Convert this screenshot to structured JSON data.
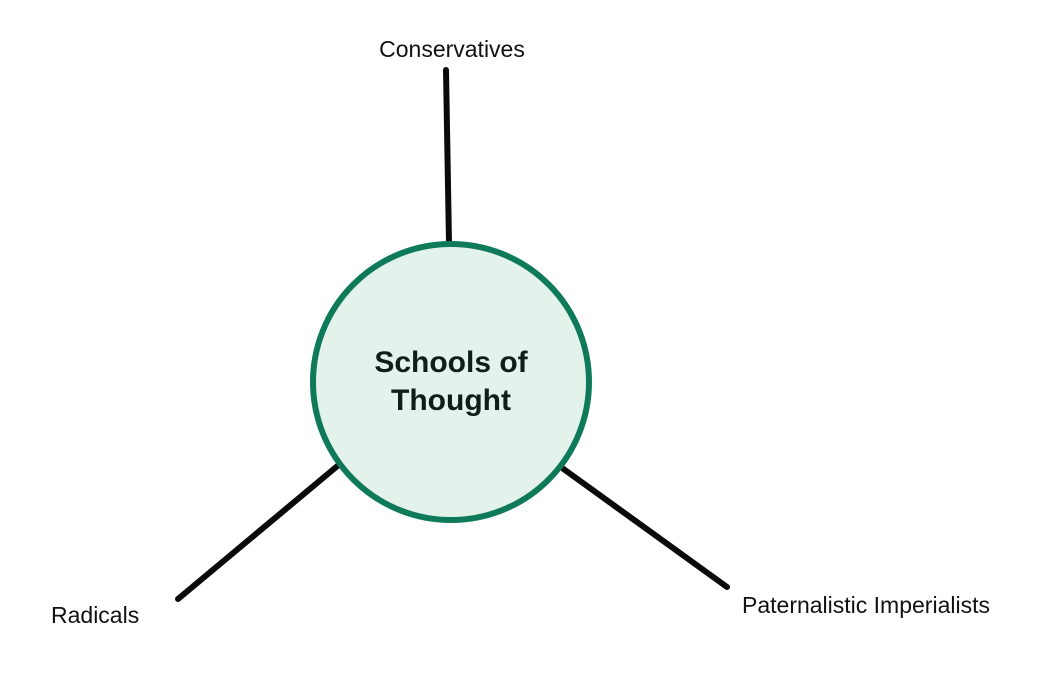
{
  "diagram": {
    "center": {
      "line1": "Schools of",
      "line2": "Thought",
      "fill_color": "#e4f2ec",
      "stroke_color": "#0f7a5a"
    },
    "branches": [
      {
        "label": "Conservatives"
      },
      {
        "label": "Radicals"
      },
      {
        "label": "Paternalistic Imperialists"
      }
    ],
    "connector_color": "#0a0a0a"
  }
}
